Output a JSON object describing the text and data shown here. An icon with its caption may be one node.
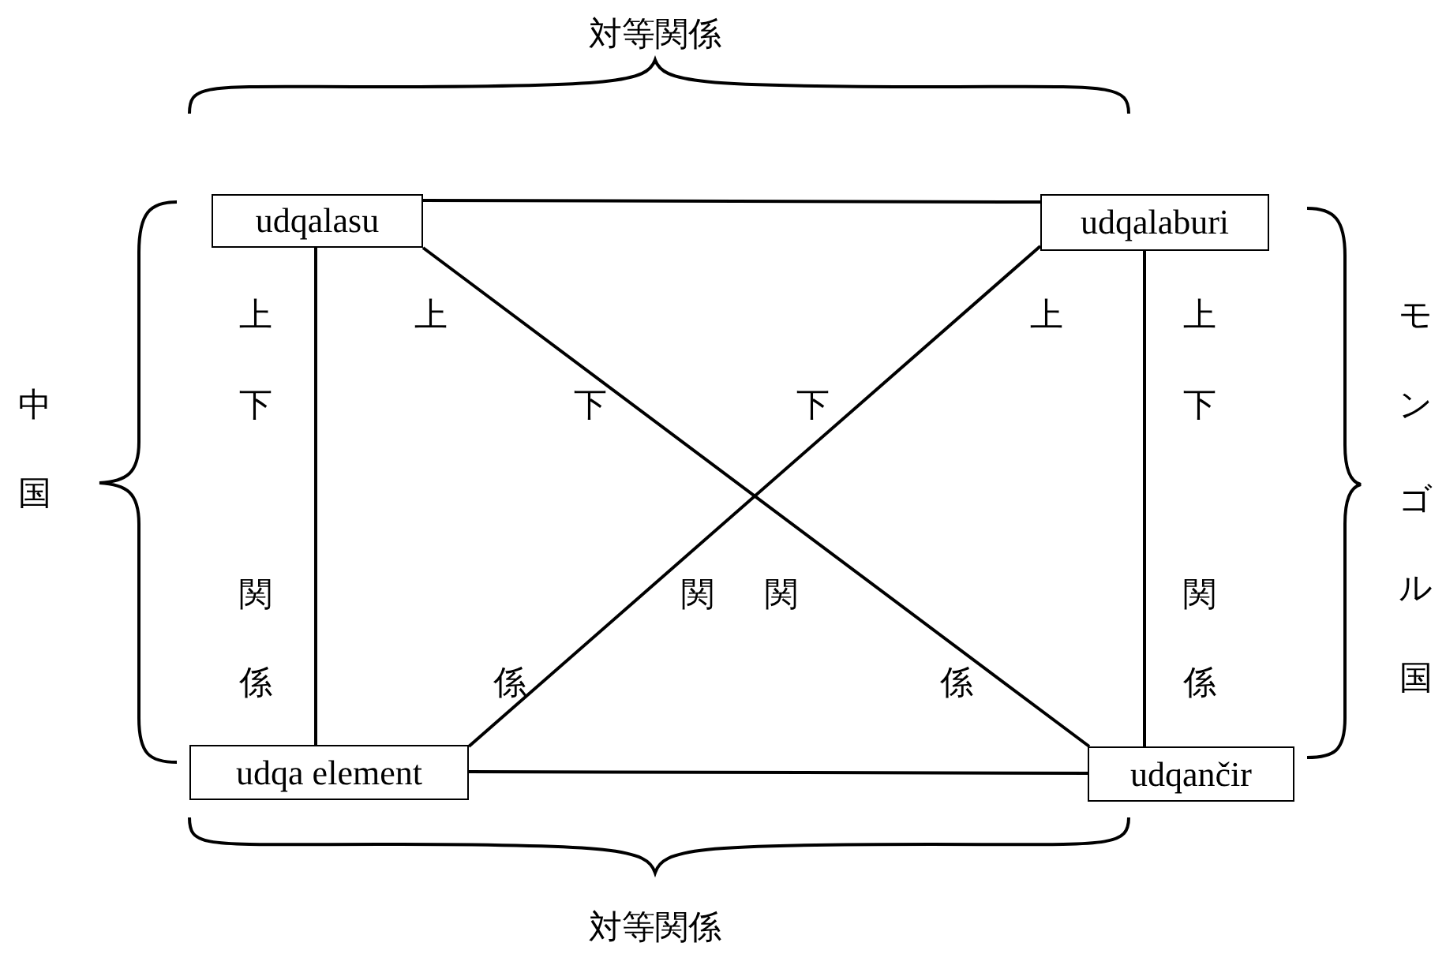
{
  "diagram": {
    "nodes": [
      {
        "text": [
          "udqalasu"
        ]
      },
      {
        "text": [
          "udqalaburi"
        ]
      },
      {
        "text": [
          "udqa element"
        ]
      },
      {
        "text": [
          "udqančir"
        ]
      }
    ],
    "edges": [
      {
        "from": 0,
        "to": 1,
        "arrow": "none"
      },
      {
        "from": 0,
        "to": 2,
        "arrow": "none"
      },
      {
        "from": 0,
        "to": 3,
        "arrow": "none"
      },
      {
        "from": 1,
        "to": 2,
        "arrow": "none"
      },
      {
        "from": 1,
        "to": 3,
        "arrow": "none"
      },
      {
        "from": 2,
        "to": 3,
        "arrow": "none"
      }
    ],
    "labels": [
      "対等関係",
      "上",
      "上",
      "上",
      "上",
      "モンゴル国",
      "中国",
      "下",
      "下",
      "下",
      "下",
      "関",
      "関",
      "関",
      "関",
      "係",
      "係",
      "係",
      "係",
      "対等関係"
    ]
  }
}
